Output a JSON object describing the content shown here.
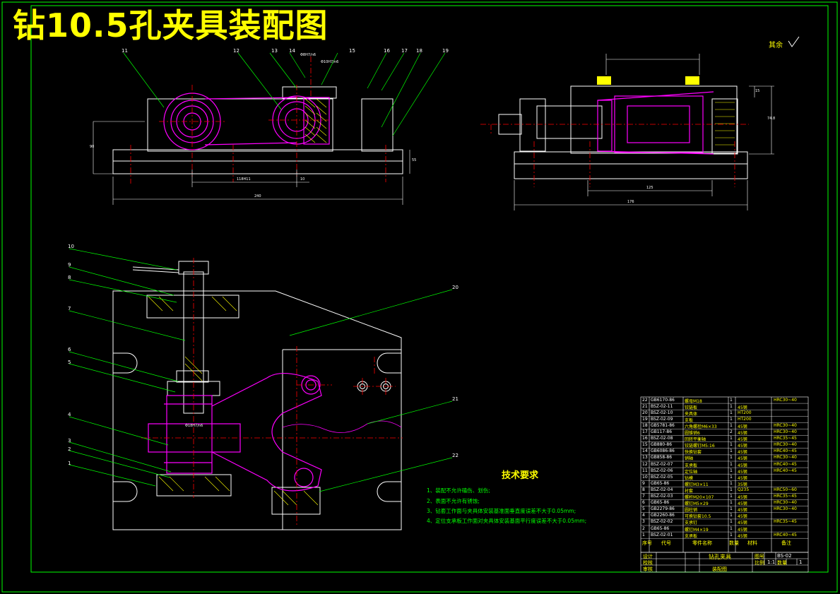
{
  "title": "钻10.5孔夹具装配图",
  "roughness_note": "其余 ",
  "tech_requirements": {
    "heading": "技术要求",
    "items": [
      "1、装配不允许磕伤、划伤;",
      "2、表面不允许有锈蚀;",
      "3、钻套工作面与夹具体安装基准面垂直度误差不大于0.05mm;",
      "4、定位支承板工作面对夹具体安装基面平行度误差不大于0.05mm;"
    ]
  },
  "callouts_top": [
    "11",
    "12",
    "13",
    "14",
    "15",
    "16",
    "17",
    "18",
    "19"
  ],
  "callouts_left": [
    "10",
    "9",
    "8",
    "7",
    "6",
    "5",
    "4",
    "3",
    "2",
    "1"
  ],
  "callouts_right": [
    "20",
    "21",
    "22"
  ],
  "dims_front": [
    "118H11",
    "10",
    "240",
    "90",
    "55"
  ],
  "dims_side": [
    "125",
    "176",
    "74.8",
    "15"
  ],
  "fits": [
    "Φ8H7/n6",
    "Φ10H7/n6",
    "Φ18H7/n6"
  ],
  "bom": {
    "rows": [
      {
        "no": "22",
        "code": "GB6170-86",
        "name": "螺母M18",
        "qty": "1",
        "mat": "",
        "note": "HRC30~40"
      },
      {
        "no": "21",
        "code": "BSZ-02-11",
        "name": "铰链板",
        "qty": "1",
        "mat": "45钢",
        "note": ""
      },
      {
        "no": "20",
        "code": "BSZ-02-10",
        "name": "夹具体",
        "qty": "1",
        "mat": "HT200",
        "note": ""
      },
      {
        "no": "19",
        "code": "BSZ-02-09",
        "name": "支板",
        "qty": "1",
        "mat": "HT200",
        "note": ""
      },
      {
        "no": "18",
        "code": "GB5781-86",
        "name": "六角螺栓M6×33",
        "qty": "1",
        "mat": "45钢",
        "note": "HRC30~40"
      },
      {
        "no": "17",
        "code": "GB117-86",
        "name": "圆锥销6",
        "qty": "2",
        "mat": "45钢",
        "note": "HRC30~40"
      },
      {
        "no": "16",
        "code": "BSZ-02-08",
        "name": "回转平衡轴",
        "qty": "1",
        "mat": "45钢",
        "note": "HRC35~45"
      },
      {
        "no": "15",
        "code": "GB880-86",
        "name": "铰链螺钉M5:16",
        "qty": "1",
        "mat": "45钢",
        "note": "HRC30~40"
      },
      {
        "no": "14",
        "code": "GB6086-86",
        "name": "快换钻套",
        "qty": "1",
        "mat": "45钢",
        "note": "HRC40~45"
      },
      {
        "no": "13",
        "code": "GB858-86",
        "name": "销轴",
        "qty": "1",
        "mat": "45钢",
        "note": "HRC30~40"
      },
      {
        "no": "12",
        "code": "BSZ-02-07",
        "name": "支承板",
        "qty": "1",
        "mat": "45钢",
        "note": "HRC40~45"
      },
      {
        "no": "11",
        "code": "BSZ-02-06",
        "name": "定位轴",
        "qty": "1",
        "mat": "45钢",
        "note": "HRC40~45"
      },
      {
        "no": "10",
        "code": "BSZ-02-05",
        "name": "钻模",
        "qty": "1",
        "mat": "45钢",
        "note": ""
      },
      {
        "no": "9",
        "code": "GB65-86",
        "name": "螺钉M3×11",
        "qty": "1",
        "mat": "35钢",
        "note": ""
      },
      {
        "no": "8",
        "code": "BSZ-02-04",
        "name": "衬套",
        "qty": "1",
        "mat": "Q235",
        "note": "HRC50~60"
      },
      {
        "no": "7",
        "code": "BSZ-02-03",
        "name": "螺杆M20×107",
        "qty": "1",
        "mat": "45钢",
        "note": "HRC35~45"
      },
      {
        "no": "6",
        "code": "GB65-86",
        "name": "螺钉M5×29",
        "qty": "1",
        "mat": "45钢",
        "note": "HRC30~40"
      },
      {
        "no": "5",
        "code": "GB2279-86",
        "name": "圆柱销",
        "qty": "1",
        "mat": "45钢",
        "note": "HRC30~40"
      },
      {
        "no": "4",
        "code": "GB2260-86",
        "name": "可换钻套10.5",
        "qty": "1",
        "mat": "45钢",
        "note": ""
      },
      {
        "no": "3",
        "code": "BSZ-02-02",
        "name": "支承钉",
        "qty": "1",
        "mat": "45钢",
        "note": "HRC35~45"
      },
      {
        "no": "2",
        "code": "GB65-86",
        "name": "螺钉M4×19",
        "qty": "1",
        "mat": "45钢",
        "note": ""
      },
      {
        "no": "1",
        "code": "BSZ-02-01",
        "name": "支承板",
        "qty": "1",
        "mat": "45钢",
        "note": "HRC40~45"
      }
    ],
    "header": {
      "no": "序号",
      "code": "代号",
      "name": "零件名称",
      "qty": "数量",
      "mat": "材料",
      "note": "备注"
    }
  },
  "title_block": {
    "name": "钻孔夹具",
    "drawing_no_label": "图号",
    "drawing_no": "BS-02",
    "scale_label": "比例",
    "scale": "1:1",
    "qty_label": "数量",
    "qty": "1",
    "type": "装配图",
    "rows_left": [
      "设计",
      "校核",
      "审核"
    ]
  },
  "colors": {
    "frame": "#00ff00",
    "outline": "#ffffff",
    "part": "#ff00ff",
    "center": "#ff0000",
    "text": "#ffff00",
    "hatch": "#ffff00"
  }
}
